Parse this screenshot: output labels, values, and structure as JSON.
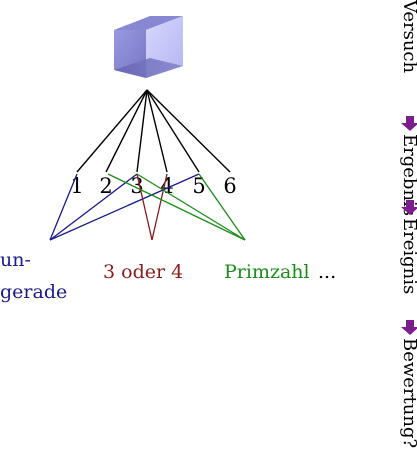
{
  "outcomes": [
    "1",
    "2",
    "3",
    "4",
    "5",
    "6"
  ],
  "events": [
    {
      "label_lines": [
        "un-",
        "gerade"
      ],
      "color": "#1a1a8c",
      "outcomes": [
        "1",
        "3",
        "5"
      ]
    },
    {
      "label_lines": [
        "3 oder 4"
      ],
      "color": "#8b1a1a",
      "outcomes": [
        "3",
        "4"
      ]
    },
    {
      "label_lines": [
        "Primzahl"
      ],
      "color": "#1a8c1a",
      "outcomes": [
        "2",
        "3",
        "5"
      ]
    }
  ],
  "ellipsis": "...",
  "side_labels": [
    "Versuch",
    "Ergebnis",
    "Ereignis",
    "Bewertung?"
  ],
  "arrow_color": "#7a1f8c",
  "icon": "die-cube-icon"
}
